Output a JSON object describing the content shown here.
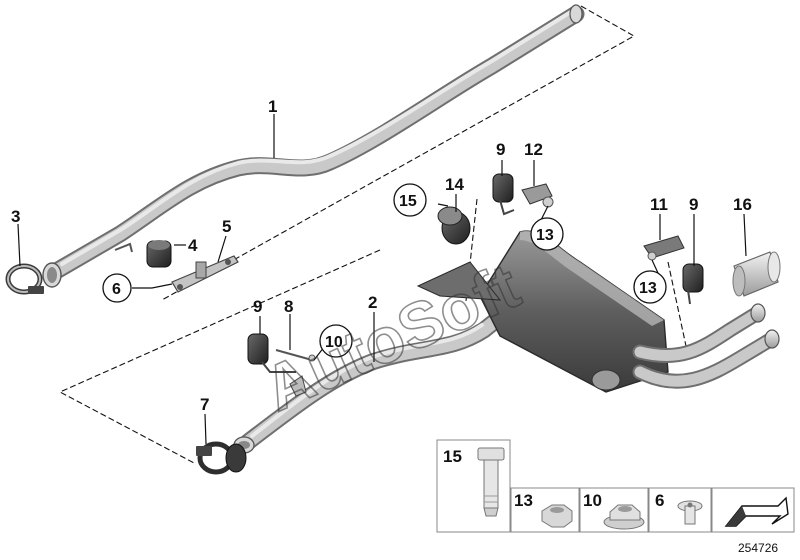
{
  "figure_number": "254726",
  "watermark": "AutoSoft",
  "callouts": {
    "c1": "1",
    "c2": "2",
    "c3": "3",
    "c4": "4",
    "c5": "5",
    "c6": "6",
    "c7": "7",
    "c8": "8",
    "c9a": "9",
    "c9b": "9",
    "c9c": "9",
    "c10": "10",
    "c11": "11",
    "c12": "12",
    "c13a": "13",
    "c13b": "13",
    "c14": "14",
    "c15": "15",
    "c16": "16"
  },
  "hardware_legend": {
    "bolt": "15",
    "nut": "13",
    "collar_nut": "10",
    "screw": "6"
  },
  "icons": [
    "forward-arrow-icon",
    "bolt-icon",
    "hex-nut-icon",
    "collar-nut-icon",
    "torx-screw-icon"
  ]
}
